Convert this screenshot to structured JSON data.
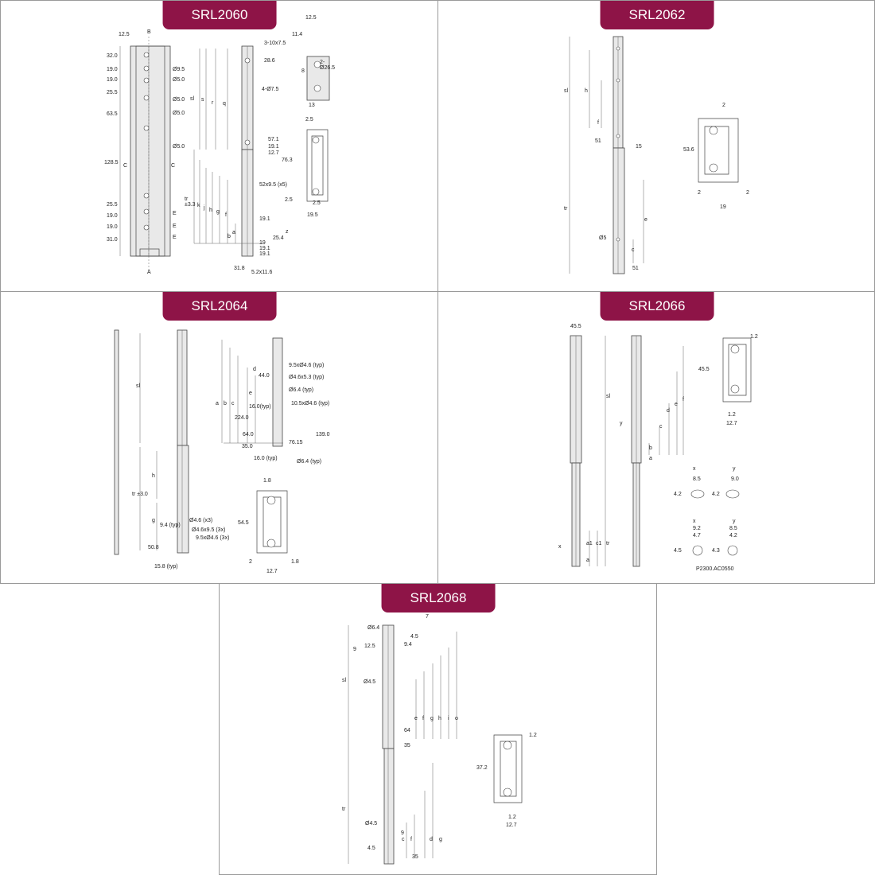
{
  "colors": {
    "tab_bg": "#8e1447",
    "tab_text": "#ffffff",
    "border": "#9a9a9a",
    "line": "#444444"
  },
  "panels": {
    "p1": {
      "title": "SRL2060",
      "labels": [
        "12.5",
        "B",
        "32.0",
        "19.0",
        "19.0",
        "25.5",
        "63.5",
        "128.5",
        "25.5",
        "19.0",
        "19.0",
        "31.0",
        "Ø9.5",
        "Ø5.0",
        "Ø5.0",
        "Ø5.0",
        "Ø5.0",
        "C",
        "C",
        "E",
        "E",
        "E",
        "A",
        "sl",
        "s",
        "r",
        "q",
        "3-10x7.5",
        "28.6",
        "4-Ø7.5",
        "57.1",
        "19.1",
        "12.7",
        "52x9.5 (x5)",
        "tr ±3.3",
        "k",
        "j",
        "h",
        "g",
        "f",
        "a",
        "b",
        "19.1",
        "25.4",
        "z",
        "19",
        "19.1",
        "19.1",
        "31.8",
        "5.2x11.6",
        "12.5",
        "11.4",
        "2-Ø26.5",
        "8",
        "13",
        "2.5",
        "76.3",
        "2.5",
        "2.5",
        "19.5"
      ]
    },
    "p2": {
      "title": "SRL2062",
      "labels": [
        "sl",
        "h",
        "f",
        "51",
        "15",
        "tr",
        "e",
        "Ø5",
        "c",
        "51",
        "2",
        "53.6",
        "2",
        "2",
        "19"
      ]
    },
    "p3": {
      "title": "SRL2064",
      "labels": [
        "sl",
        "tr ±3.0",
        "h",
        "g",
        "9.4 (typ)",
        "50.8",
        "15.8 (typ)",
        "Ø4.6 (x3)",
        "Ø4.6x9.5 (3x)",
        "9.5xØ4.6 (3x)",
        "a",
        "b",
        "c",
        "d",
        "e",
        "44.0",
        "16.0(typ)",
        "224.0",
        "64.0",
        "35.0",
        "16.0 (typ)",
        "9.5xØ4.6 (typ)",
        "Ø4.6x5.3 (typ)",
        "Ø6.4 (typ)",
        "10.5xØ4.6 (typ)",
        "139.0",
        "76.15",
        "Ø6.4 (typ)",
        "1.8",
        "54.5",
        "2",
        "1.8",
        "12.7"
      ]
    },
    "p4": {
      "title": "SRL2066",
      "labels": [
        "45.5",
        "sl",
        "y",
        "x",
        "a1",
        "c1",
        "tr",
        "a",
        "b",
        "a",
        "c",
        "d",
        "e",
        "f",
        "1.2",
        "45.5",
        "1.2",
        "12.7",
        "x",
        "8.5",
        "4.2",
        "y",
        "9.0",
        "4.2",
        "x",
        "9.2",
        "4.7",
        "4.5",
        "y",
        "8.5",
        "4.2",
        "4.3",
        "P2300.AC0550"
      ]
    },
    "p5": {
      "title": "SRL2068",
      "labels": [
        "Ø6.4",
        "7",
        "4.5",
        "9",
        "12.5",
        "9.4",
        "sl",
        "Ø4.5",
        "e",
        "f",
        "g",
        "h",
        "i",
        "o",
        "64",
        "35",
        "tr",
        "Ø4.5",
        "4.5",
        "9",
        "c",
        "f",
        "d",
        "g",
        "35",
        "1.2",
        "37.2",
        "1.2",
        "12.7"
      ]
    }
  }
}
